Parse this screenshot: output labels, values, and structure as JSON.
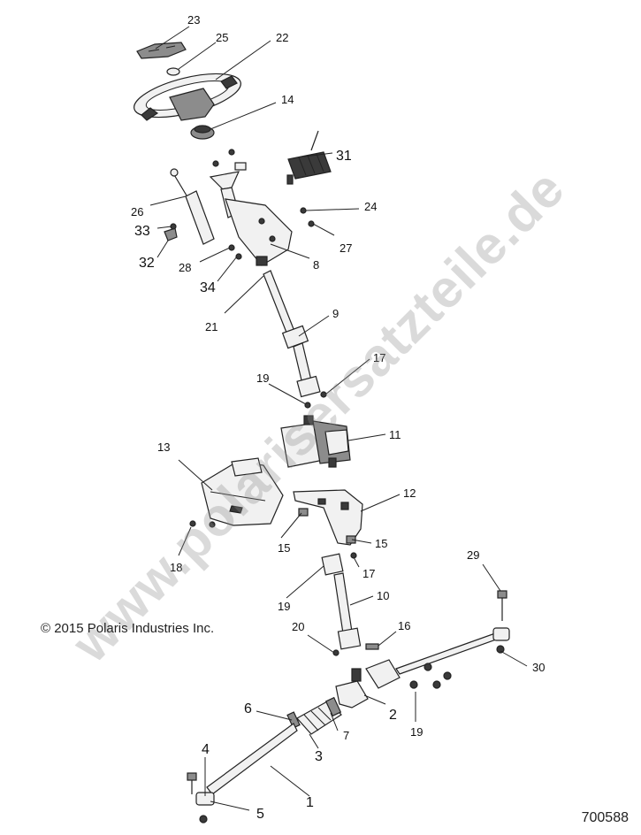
{
  "diagram": {
    "watermark": "www.polarisersatzteile.de",
    "copyright": "© 2015 Polaris Industries Inc.",
    "drawing_number": "700588",
    "callouts": [
      "23",
      "25",
      "22",
      "14",
      "31",
      "26",
      "24",
      "33",
      "27",
      "32",
      "28",
      "8",
      "34",
      "21",
      "9",
      "17",
      "19",
      "11",
      "13",
      "12",
      "15",
      "15",
      "18",
      "17",
      "29",
      "19",
      "10",
      "20",
      "16",
      "30",
      "6",
      "2",
      "7",
      "19",
      "3",
      "4",
      "1",
      "5"
    ]
  }
}
